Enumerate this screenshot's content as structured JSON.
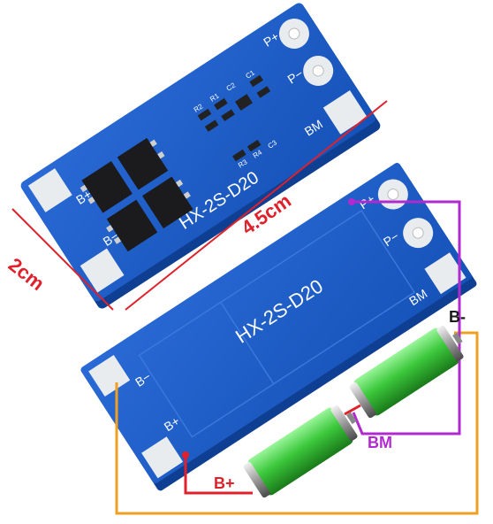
{
  "colors": {
    "pcb": "#1a5cc4",
    "pcb_dark": "#0f3f92",
    "pad": "#e9ecef",
    "mosfet": "#1b1b1d",
    "dimension": "#e0202a",
    "wire_orange": "#f0a020",
    "wire_red": "#e0202a",
    "wire_purple": "#b02ad0",
    "battery": "#3cc83c"
  },
  "top_board": {
    "model": "HX-2S-D20",
    "pad_b_plus": "B+",
    "pad_b_minus": "B−",
    "pad_p_plus": "P+",
    "pad_p_minus": "P−",
    "pad_bm": "BM",
    "components": {
      "r2": "R2",
      "r1": "R1",
      "c2": "C2",
      "c1": "C1",
      "r3": "R3",
      "r4": "R4",
      "c3": "C3"
    }
  },
  "bottom_board": {
    "model": "HX-2S-D20",
    "pad_b_plus": "B+",
    "pad_b_minus": "B−",
    "pad_p_plus": "P+",
    "pad_p_minus": "P−",
    "pad_bm": "BM"
  },
  "dimensions": {
    "length": "4.5cm",
    "width": "2cm"
  },
  "wiring": {
    "b_minus_label": "B-",
    "bm_label": "BM",
    "b_plus_label": "B+"
  },
  "icons": {
    "battery": "battery-cell-icon",
    "mosfet": "mosfet-chip-icon"
  }
}
